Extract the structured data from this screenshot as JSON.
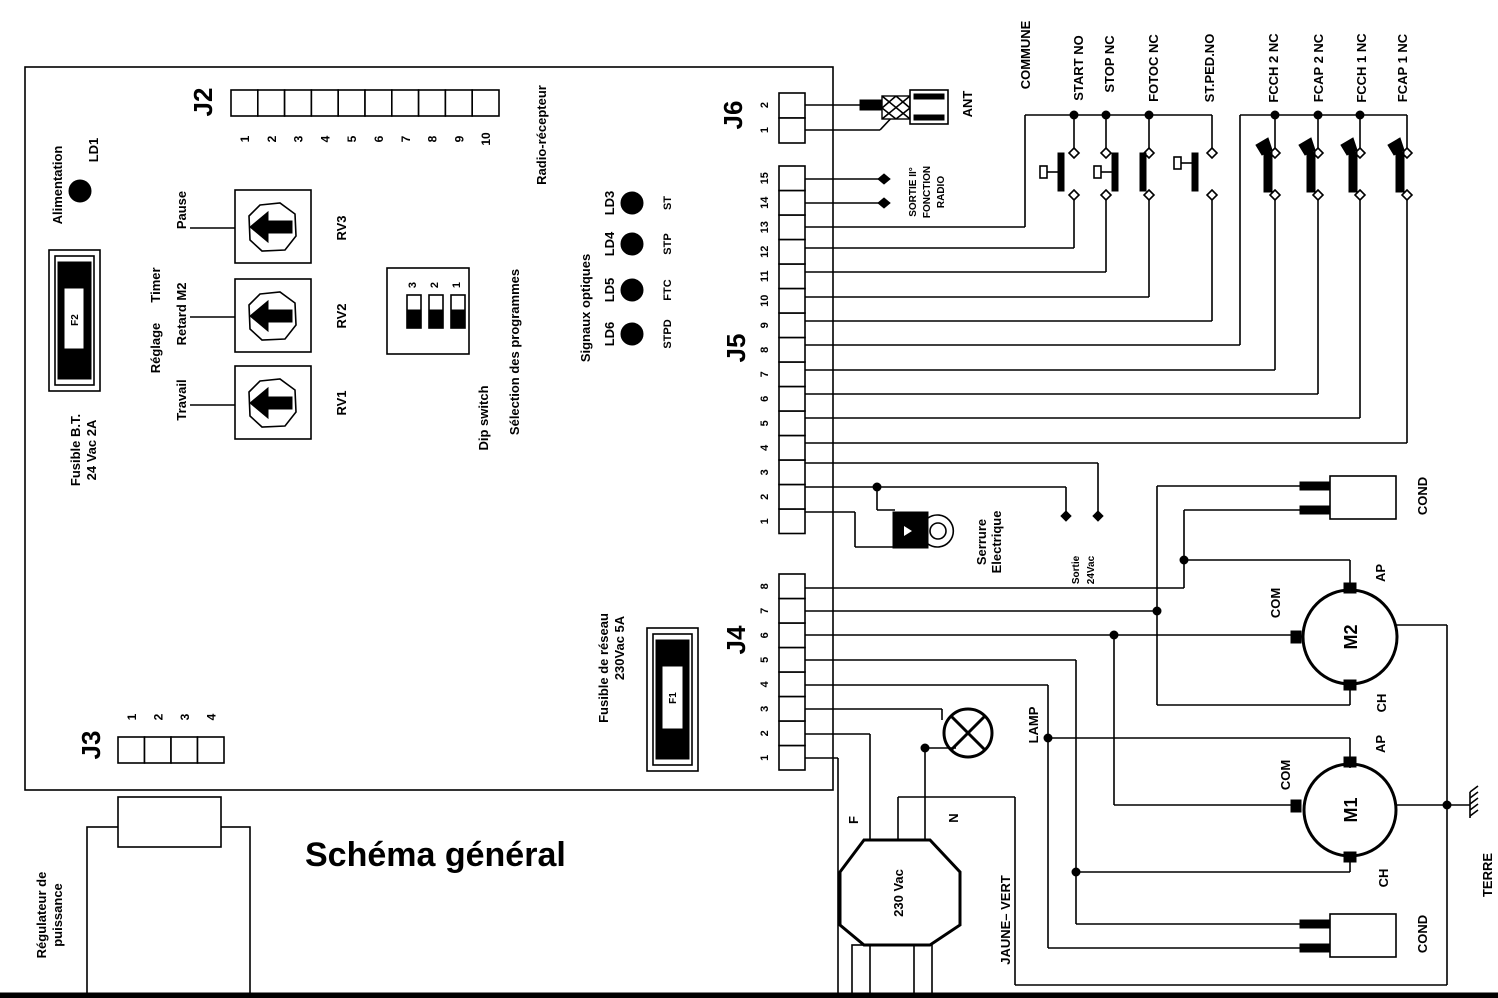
{
  "title": "Schéma général",
  "board": {
    "j2": {
      "label": "J2",
      "pins": [
        "1",
        "2",
        "3",
        "4",
        "5",
        "6",
        "7",
        "8",
        "9",
        "10"
      ],
      "desc": "Radio-récepteur"
    },
    "j3": {
      "label": "J3",
      "pins": [
        "1",
        "2",
        "3",
        "4"
      ]
    },
    "j4": {
      "label": "J4",
      "pins": [
        "1",
        "2",
        "3",
        "4",
        "5",
        "6",
        "7",
        "8"
      ]
    },
    "j5": {
      "label": "J5",
      "pins": [
        "1",
        "2",
        "3",
        "4",
        "5",
        "6",
        "7",
        "8",
        "9",
        "10",
        "11",
        "12",
        "13",
        "14",
        "15"
      ]
    },
    "j6": {
      "label": "J6",
      "pins": [
        "1",
        "2"
      ]
    },
    "ld1": {
      "label": "LD1",
      "desc": "Alimentation"
    },
    "fuse_f2": {
      "label": "F2",
      "desc1": "Fusible  B.T.",
      "desc2": "24 Vac  2A"
    },
    "fuse_f1": {
      "label": "F1",
      "desc1": "Fusible de réseau",
      "desc2": "230Vac  5A"
    },
    "trimmers": {
      "rv1": "RV1",
      "rv2": "RV2",
      "rv3": "RV3",
      "pause": "Pause",
      "retard": "Retard M2",
      "travail": "Travail",
      "reglage": "Réglage",
      "timer": "Timer"
    },
    "dip": {
      "pins": [
        "3",
        "2",
        "1"
      ],
      "label1": "Dip switch",
      "label2": "Sélection des programmes"
    },
    "leds": {
      "title": "Signaux optiques",
      "items": [
        {
          "id": "LD3",
          "sig": "ST"
        },
        {
          "id": "LD4",
          "sig": "STP"
        },
        {
          "id": "LD5",
          "sig": "FTC"
        },
        {
          "id": "LD6",
          "sig": "STPD"
        }
      ]
    }
  },
  "right_labels": {
    "commune": "COMMUNE",
    "start": "START NO",
    "stop": "STOP NC",
    "fotoc": "FOTOC NC",
    "stped": "ST.PED.NO",
    "fcch2": "FCCH 2 NC",
    "fcap2": "FCAP 2 NC",
    "fcch1": "FCCH 1 NC",
    "fcap1": "FCAP 1 NC",
    "ant": "ANT",
    "sortie2_1": "SORTIE II°",
    "sortie2_2": "FONCTION",
    "sortie2_3": "RADIO",
    "serrure1": "Serrure",
    "serrure2": "Electrique",
    "sortie24_1": "Sortie",
    "sortie24_2": "24Vac",
    "cond": "COND",
    "m2": "M2",
    "m1": "M1",
    "com": "COM",
    "ap": "AP",
    "ch": "CH",
    "lamp": "LAMP",
    "f": "F",
    "n": "N",
    "plug": "230 Vac",
    "jaune_vert": "JAUNE– VERT",
    "terre": "TERRE",
    "regulateur1": "Régulateur de",
    "regulateur2": "puissance"
  }
}
